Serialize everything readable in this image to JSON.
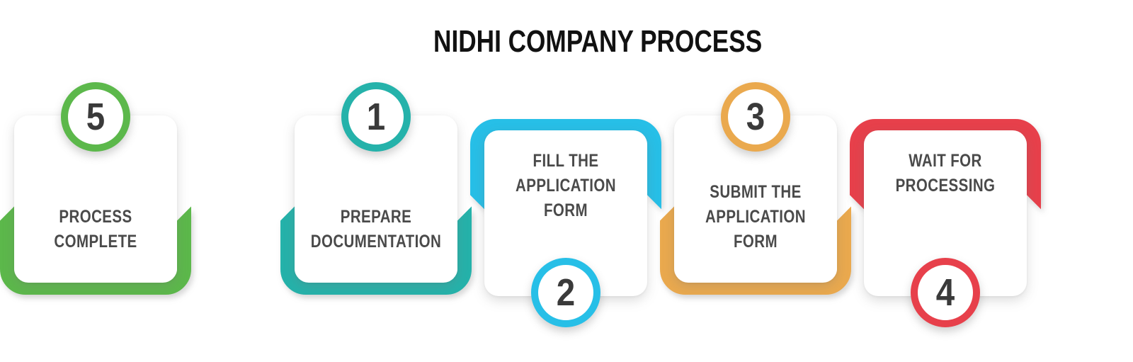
{
  "title": "NIDHI COMPANY PROCESS",
  "colors": {
    "title": "#111111",
    "label": "#4a4a4a",
    "number": "#3a3a3a",
    "card_bg": "#ffffff",
    "step_teal": "#25b2aa",
    "step_blue": "#27bfe7",
    "step_orange": "#eaa94e",
    "step_red": "#e7404b",
    "step_green": "#5cb84b"
  },
  "steps": [
    {
      "number": "1",
      "label": "PREPARE\nDOCUMENTATION",
      "color": "#25b2aa",
      "badge_position": "top"
    },
    {
      "number": "2",
      "label": "FILL THE\nAPPLICATION\nFORM",
      "color": "#27bfe7",
      "badge_position": "bottom"
    },
    {
      "number": "3",
      "label": "SUBMIT THE\nAPPLICATION\nFORM",
      "color": "#eaa94e",
      "badge_position": "top"
    },
    {
      "number": "4",
      "label": "WAIT FOR\nPROCESSING",
      "color": "#e7404b",
      "badge_position": "bottom"
    },
    {
      "number": "5",
      "label": "PROCESS\nCOMPLETE",
      "color": "#5cb84b",
      "badge_position": "top"
    }
  ]
}
